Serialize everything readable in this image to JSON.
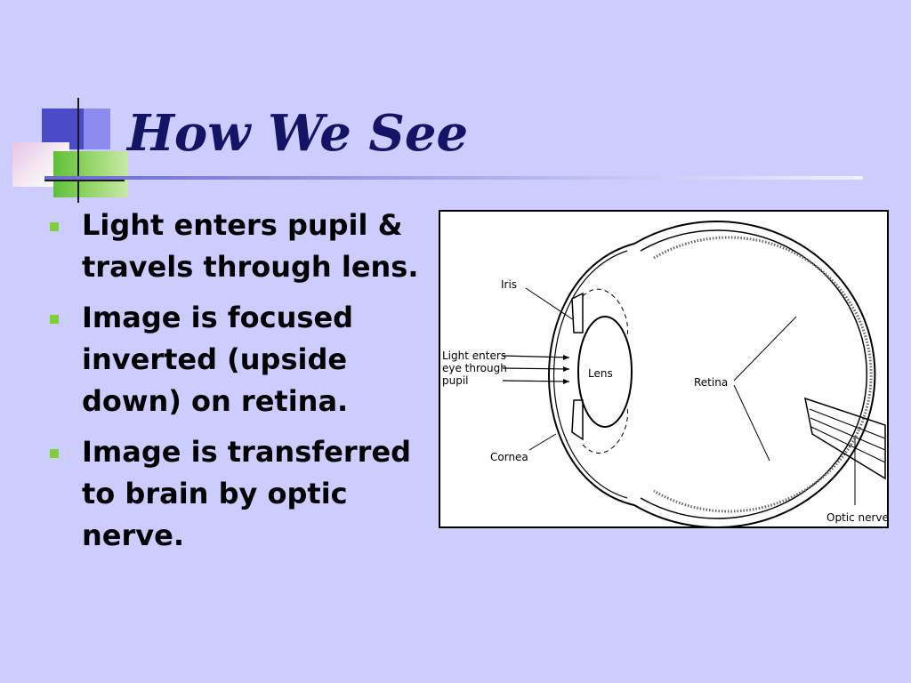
{
  "slide": {
    "title": "How We See",
    "bullets": [
      {
        "text": "Light enters pupil & travels through lens."
      },
      {
        "text": "Image is focused inverted (upside down) on retina."
      },
      {
        "text": "Image is transferred to brain by optic nerve."
      }
    ]
  },
  "diagram": {
    "labels": {
      "iris": "Iris",
      "light_line1": "Light enters",
      "light_line2": "eye through",
      "light_line3": "pupil",
      "lens": "Lens",
      "retina": "Retina",
      "cornea": "Cornea",
      "optic_nerve": "Optic nerve"
    }
  },
  "colors": {
    "background": "#ccccff",
    "title": "#141466",
    "bullet_marker": "#7fcf3a"
  }
}
